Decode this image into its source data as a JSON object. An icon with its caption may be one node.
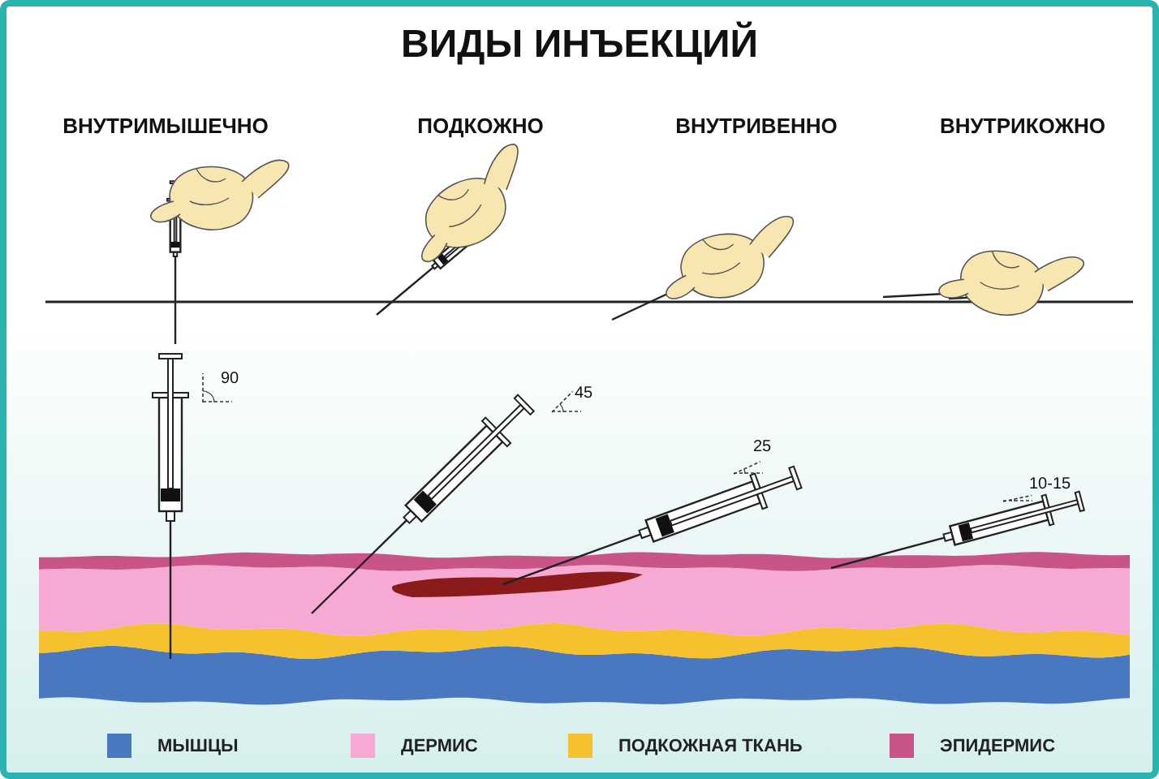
{
  "diagram": {
    "title": "ВИДЫ ИНЪЕКЦИЙ",
    "labels": [
      "ВНУТРИМЫШЕЧНО",
      "ПОДКОЖНО",
      "ВНУТРИВЕННО",
      "ВНУТРИКОЖНО",
      "90",
      "45",
      "25",
      "10-15"
    ],
    "legend": [
      {
        "text": "МЫШЦЫ",
        "color": "#4a78c0"
      },
      {
        "text": "ДЕРМИС",
        "color": "#f6a9d2"
      },
      {
        "text": "ПОДКОЖНАЯ ТКАНЬ",
        "color": "#f5c12e"
      },
      {
        "text": "ЭПИДЕРМИС",
        "color": "#c9548a"
      }
    ]
  }
}
